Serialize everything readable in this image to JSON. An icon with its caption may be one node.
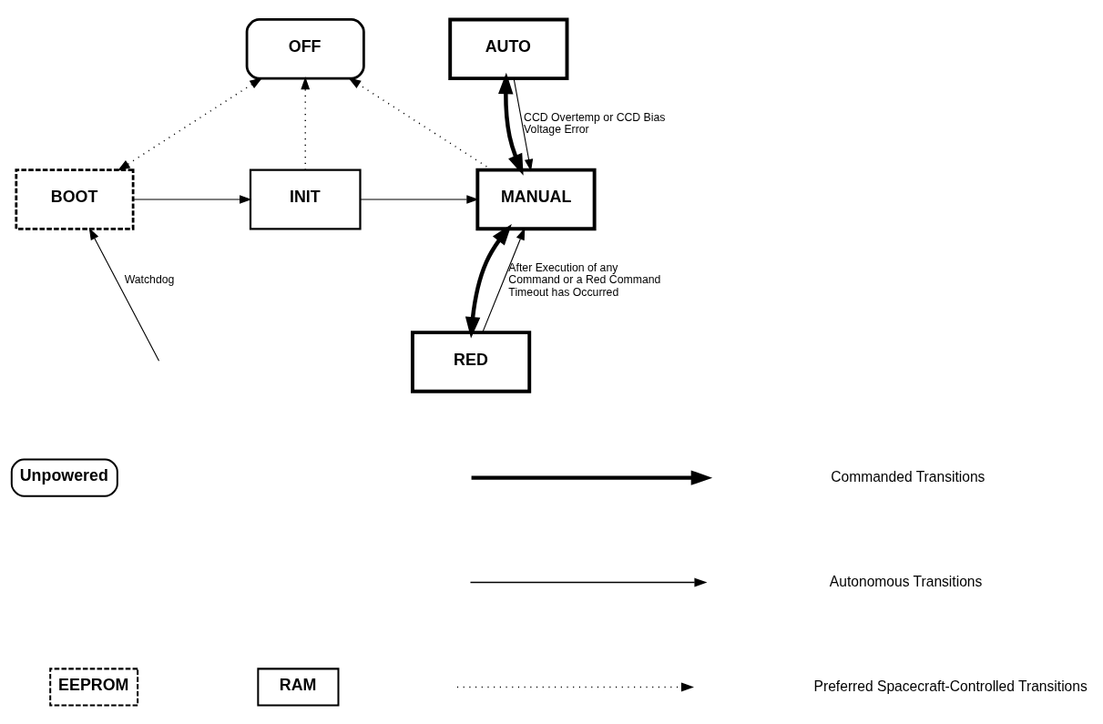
{
  "diagram": {
    "nodes": [
      {
        "text": [
          "OFF"
        ]
      },
      {
        "text": [
          "BOOT"
        ]
      },
      {
        "text": [
          "INIT"
        ]
      },
      {
        "text": [
          "AUTO"
        ]
      },
      {
        "text": [
          "MANUAL"
        ]
      },
      {
        "text": [
          "RED"
        ]
      },
      {
        "text": [
          "Unpowered"
        ]
      },
      {
        "text": [
          "EEPROM"
        ]
      },
      {
        "text": [
          "RAM"
        ]
      }
    ],
    "edges": [
      {
        "from": 4,
        "to": 0,
        "arrow": "to",
        "style": "dashed"
      },
      {
        "from": 2,
        "to": 0,
        "arrow": "to",
        "style": "dashed"
      },
      {
        "from": 0,
        "to": 1,
        "arrow": "both",
        "style": "dashed"
      },
      {
        "from": 1,
        "to": 2,
        "arrow": "to"
      },
      {
        "from": null,
        "to": 1,
        "arrow": "to",
        "label": "Watchdog"
      },
      {
        "from": 2,
        "to": 4,
        "arrow": "to"
      },
      {
        "from": 3,
        "to": 4,
        "arrow": "both",
        "style": "thick"
      },
      {
        "from": 3,
        "to": 4,
        "arrow": "to",
        "label": "CCD Overtemp or CCD Bias Voltage Error"
      },
      {
        "from": 4,
        "to": 5,
        "arrow": "both",
        "style": "thick"
      },
      {
        "from": 5,
        "to": 4,
        "arrow": "to",
        "label": "After Execution of any Command or a Red Command Timeout has Occurred"
      }
    ],
    "legend": [
      {
        "text": "Commanded Transitions"
      },
      {
        "text": "Autonomous Transitions"
      },
      {
        "text": "Preferred Spacecraft-Controlled Transitions"
      }
    ]
  }
}
